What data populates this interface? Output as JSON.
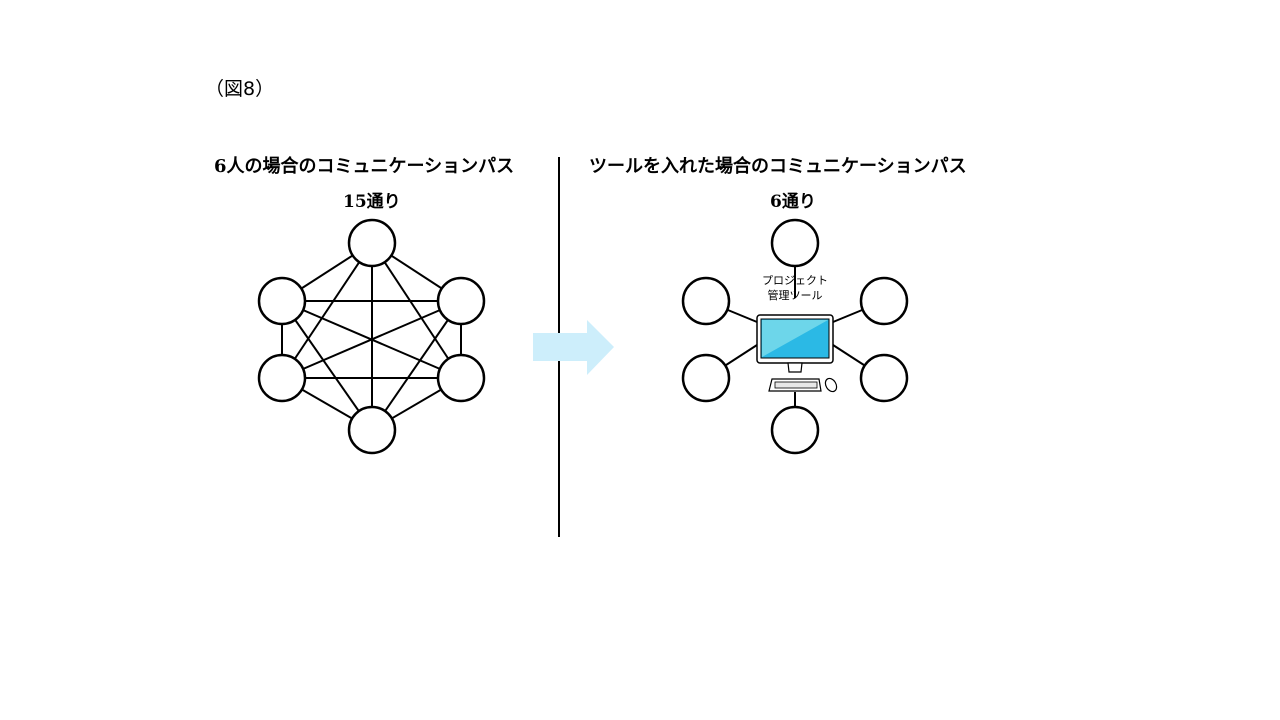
{
  "figure_label": "（図8）",
  "left": {
    "title": "6人の場合のコミュニケーションパス",
    "count": "15通り"
  },
  "right": {
    "title": "ツールを入れた場合のコミュニケーションパス",
    "count": "6通り",
    "tool_line1": "プロジェクト",
    "tool_line2": "管理ツール"
  },
  "colors": {
    "arrow": "#cdeefb",
    "screen": "#2bb9e5"
  }
}
